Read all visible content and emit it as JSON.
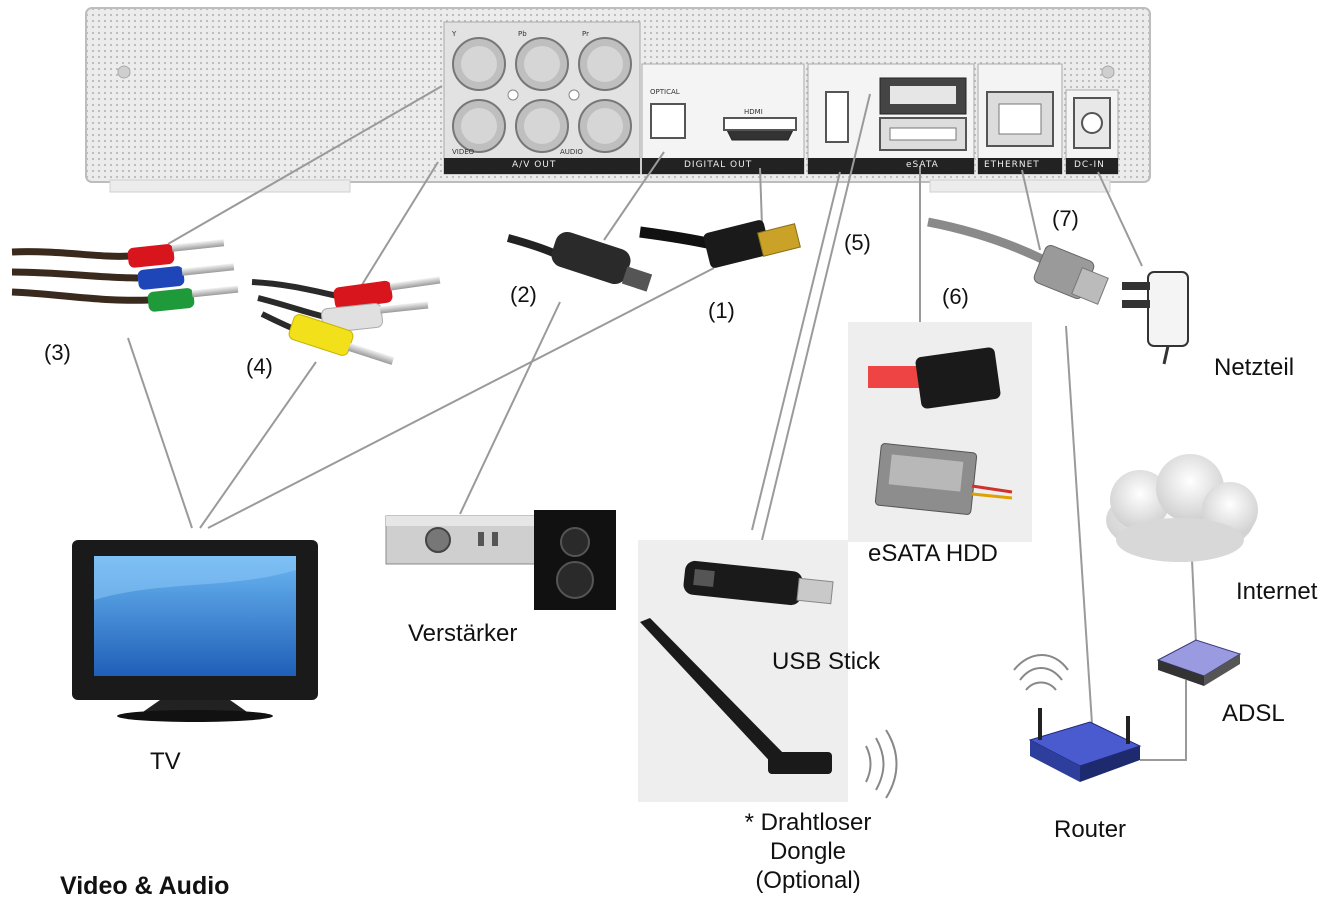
{
  "device": {
    "port_labels": {
      "av_out": "A/V OUT",
      "digital_out": "DIGITAL OUT",
      "esata": "eSATA",
      "ethernet": "ETHERNET",
      "dc_in": "DC-IN",
      "optical": "OPTICAL",
      "hdmi": "HDMI",
      "video": "VIDEO",
      "audio": "AUDIO",
      "y": "Y",
      "pb": "Pb",
      "pr": "Pr"
    }
  },
  "cable_numbers": {
    "hdmi": "(1)",
    "optical": "(2)",
    "component": "(3)",
    "composite": "(4)",
    "usb": "(5)",
    "esata": "(6)",
    "ethernet": "(7)"
  },
  "devices": {
    "tv": "TV",
    "amplifier": "Verstärker",
    "usb_stick": "USB Stick",
    "wireless_dongle": [
      "* Drahtloser",
      "Dongle",
      "(Optional)"
    ],
    "esata_hdd": "eSATA HDD",
    "power_supply": "Netzteil",
    "internet": "Internet",
    "adsl": "ADSL",
    "router": "Router"
  },
  "section_title": "Video & Audio",
  "colors": {
    "panel": "#e9e9e9",
    "connector_line": "#9a9a9a",
    "rca_red": "#d8141c",
    "rca_white": "#e4e4e4",
    "rca_yellow": "#f2e11a",
    "rca_green": "#1f9a3a",
    "rca_blue": "#1f46b8",
    "screen_blue": "#2f7fd6",
    "router_blue": "#2d3e9c",
    "sata_red": "#ee4444"
  }
}
